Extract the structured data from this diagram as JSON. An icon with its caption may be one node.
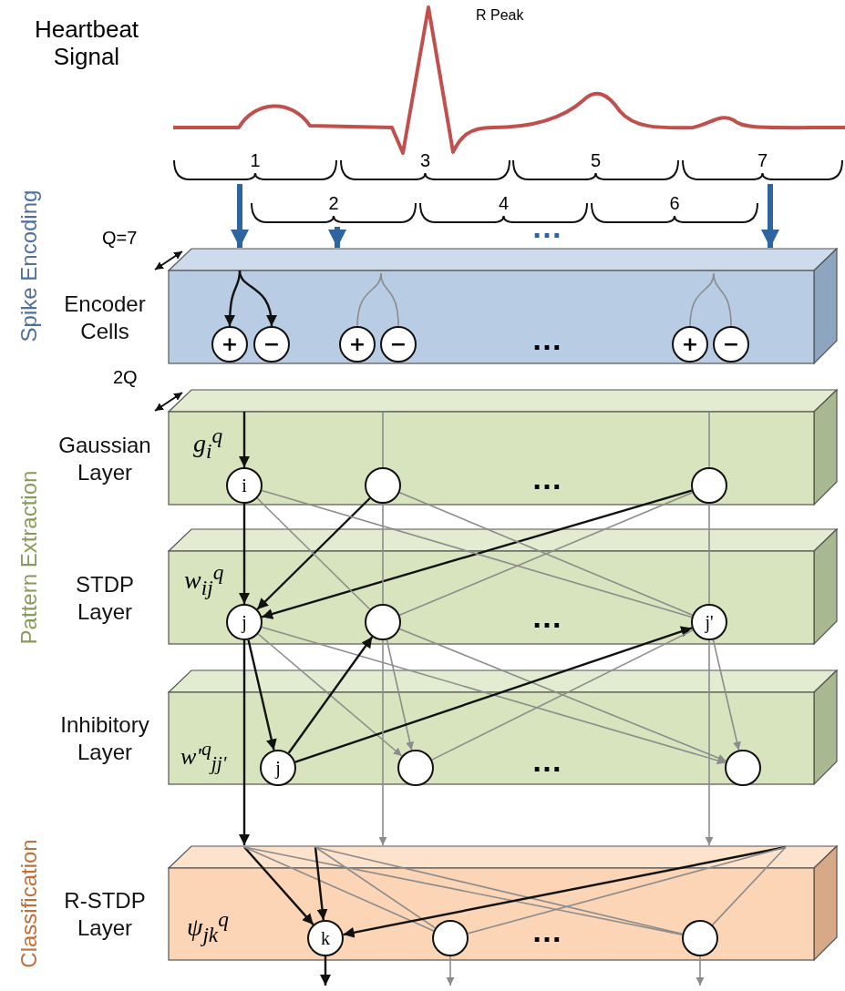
{
  "diagram": {
    "nodes": [
      {
        "text": [
          "1"
        ]
      },
      {
        "text": [
          "2"
        ]
      },
      {
        "text": [
          "3"
        ]
      },
      {
        "text": [
          "4"
        ]
      },
      {
        "text": [
          "5"
        ]
      },
      {
        "text": [
          "6"
        ]
      },
      {
        "text": [
          "7"
        ]
      },
      {
        "text": [
          "Encoder Cells"
        ]
      },
      {
        "text": [
          "+"
        ],
        "in": 7
      },
      {
        "text": [
          "−"
        ],
        "in": 7
      },
      {
        "text": [
          "+"
        ],
        "in": 7
      },
      {
        "text": [
          "−"
        ],
        "in": 7
      },
      {
        "text": [
          "+"
        ],
        "in": 7
      },
      {
        "text": [
          "−"
        ],
        "in": 7
      },
      {
        "text": [
          "Gaussian Layer"
        ]
      },
      {
        "text": [
          "i"
        ],
        "in": 14
      },
      {
        "text": [],
        "shape": "circle",
        "in": 14
      },
      {
        "text": [],
        "shape": "circle",
        "in": 14
      },
      {
        "text": [
          "STDP Layer"
        ]
      },
      {
        "text": [
          "j"
        ],
        "in": 18
      },
      {
        "text": [],
        "shape": "circle",
        "in": 18
      },
      {
        "text": [
          "j'"
        ],
        "in": 18
      },
      {
        "text": [
          "Inhibitory Layer"
        ]
      },
      {
        "text": [
          "j"
        ],
        "in": 22
      },
      {
        "text": [],
        "shape": "circle",
        "in": 22
      },
      {
        "text": [],
        "shape": "circle",
        "in": 22
      },
      {
        "text": [
          "R-STDP Layer"
        ]
      },
      {
        "text": [
          "k"
        ],
        "in": 26
      },
      {
        "text": [],
        "shape": "circle",
        "in": 26
      },
      {
        "text": [],
        "shape": "circle",
        "in": 26
      }
    ],
    "edges": [
      {
        "from": 0,
        "to": 7,
        "arrow": "to",
        "style": "thick",
        "color": "#2e64a0"
      },
      {
        "from": 1,
        "to": 7,
        "arrow": "to",
        "style": "thick",
        "color": "#2e64a0"
      },
      {
        "from": 6,
        "to": 7,
        "arrow": "to",
        "style": "thick",
        "color": "#2e64a0"
      },
      {
        "from": null,
        "to": 8,
        "arrow": "to",
        "color": "#111111"
      },
      {
        "from": null,
        "to": 9,
        "arrow": "to",
        "color": "#111111"
      },
      {
        "from": null,
        "to": 10,
        "arrow": "none"
      },
      {
        "from": null,
        "to": 11,
        "arrow": "none"
      },
      {
        "from": null,
        "to": 12,
        "arrow": "none"
      },
      {
        "from": null,
        "to": 13,
        "arrow": "none"
      },
      {
        "from": null,
        "to": 15,
        "arrow": "to",
        "color": "#111111"
      },
      {
        "from": null,
        "to": 16,
        "arrow": "none"
      },
      {
        "from": null,
        "to": 17,
        "arrow": "none"
      },
      {
        "from": 15,
        "to": 19,
        "arrow": "to",
        "color": "#111111"
      },
      {
        "from": 16,
        "to": 19,
        "arrow": "to",
        "color": "#111111"
      },
      {
        "from": 17,
        "to": 19,
        "arrow": "to",
        "color": "#111111"
      },
      {
        "from": 15,
        "to": 20,
        "arrow": "none"
      },
      {
        "from": 15,
        "to": 21,
        "arrow": "none"
      },
      {
        "from": 16,
        "to": 20,
        "arrow": "none"
      },
      {
        "from": 16,
        "to": 21,
        "arrow": "none"
      },
      {
        "from": 17,
        "to": 20,
        "arrow": "none"
      },
      {
        "from": 17,
        "to": 21,
        "arrow": "none"
      },
      {
        "from": 19,
        "to": 23,
        "arrow": "to",
        "color": "#111111"
      },
      {
        "from": 19,
        "to": 24,
        "arrow": "to"
      },
      {
        "from": 19,
        "to": 25,
        "arrow": "to"
      },
      {
        "from": 20,
        "to": 24,
        "arrow": "to"
      },
      {
        "from": 20,
        "to": 25,
        "arrow": "to"
      },
      {
        "from": 21,
        "to": 25,
        "arrow": "to"
      },
      {
        "from": 23,
        "to": 20,
        "arrow": "to",
        "color": "#111111"
      },
      {
        "from": 23,
        "to": 21,
        "arrow": "to",
        "color": "#111111"
      },
      {
        "from": 24,
        "to": 21,
        "arrow": "none"
      },
      {
        "from": 19,
        "to": 26,
        "arrow": "to",
        "color": "#111111"
      },
      {
        "from": 20,
        "to": 26,
        "arrow": "to"
      },
      {
        "from": 21,
        "to": 26,
        "arrow": "to"
      },
      {
        "from": null,
        "to": 27,
        "arrow": "to",
        "color": "#111111"
      },
      {
        "from": null,
        "to": 28,
        "arrow": "none"
      },
      {
        "from": null,
        "to": 29,
        "arrow": "none"
      },
      {
        "from": null,
        "to": 27,
        "arrow": "to",
        "color": "#111111"
      },
      {
        "from": null,
        "to": 28,
        "arrow": "none"
      },
      {
        "from": null,
        "to": 29,
        "arrow": "none"
      },
      {
        "from": null,
        "to": 27,
        "arrow": "to",
        "color": "#111111"
      },
      {
        "from": null,
        "to": 28,
        "arrow": "none"
      },
      {
        "from": null,
        "to": 29,
        "arrow": "none"
      },
      {
        "from": 27,
        "to": null,
        "arrow": "to",
        "color": "#111111"
      },
      {
        "from": 28,
        "to": null,
        "arrow": "to"
      },
      {
        "from": 29,
        "to": null,
        "arrow": "to"
      }
    ],
    "labels": [
      "Heartbeat Signal",
      "R Peak",
      "Spike Encoding",
      "Q=7",
      "…",
      "2Q",
      "…",
      "Pattern Extraction",
      "g$_{i}$$^{q}$",
      "…",
      "w$_{ij}$$^{q}$",
      "…",
      "w'$^{q}$$_{jj'}$",
      "…",
      "Classification",
      "ψ$_{jk}$$^{q}$",
      "…"
    ]
  }
}
